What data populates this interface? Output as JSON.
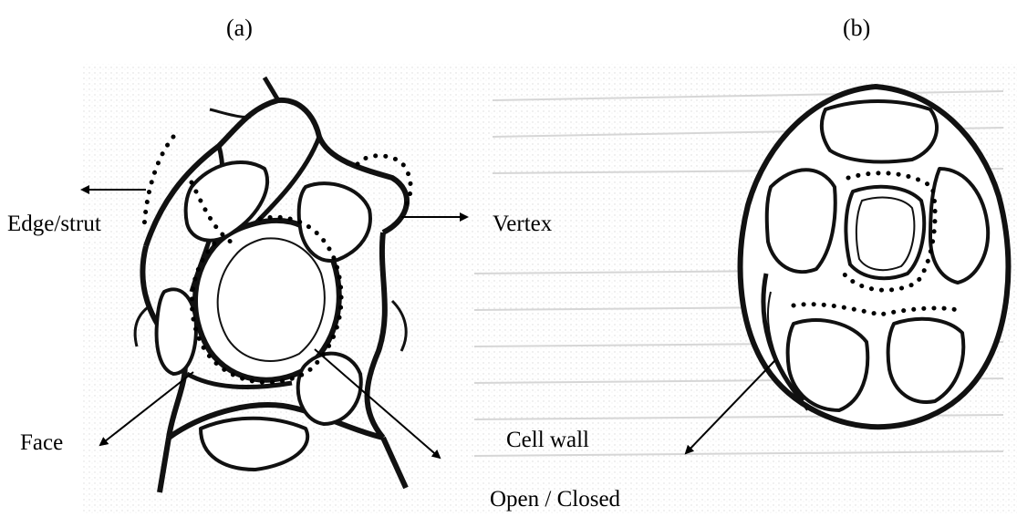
{
  "panels": {
    "a": "(a)",
    "b": "(b)"
  },
  "labels": {
    "edge": "Edge/strut",
    "vertex": "Vertex",
    "face": "Face",
    "cell_wall": "Cell wall",
    "open_closed": "Open / Closed"
  }
}
